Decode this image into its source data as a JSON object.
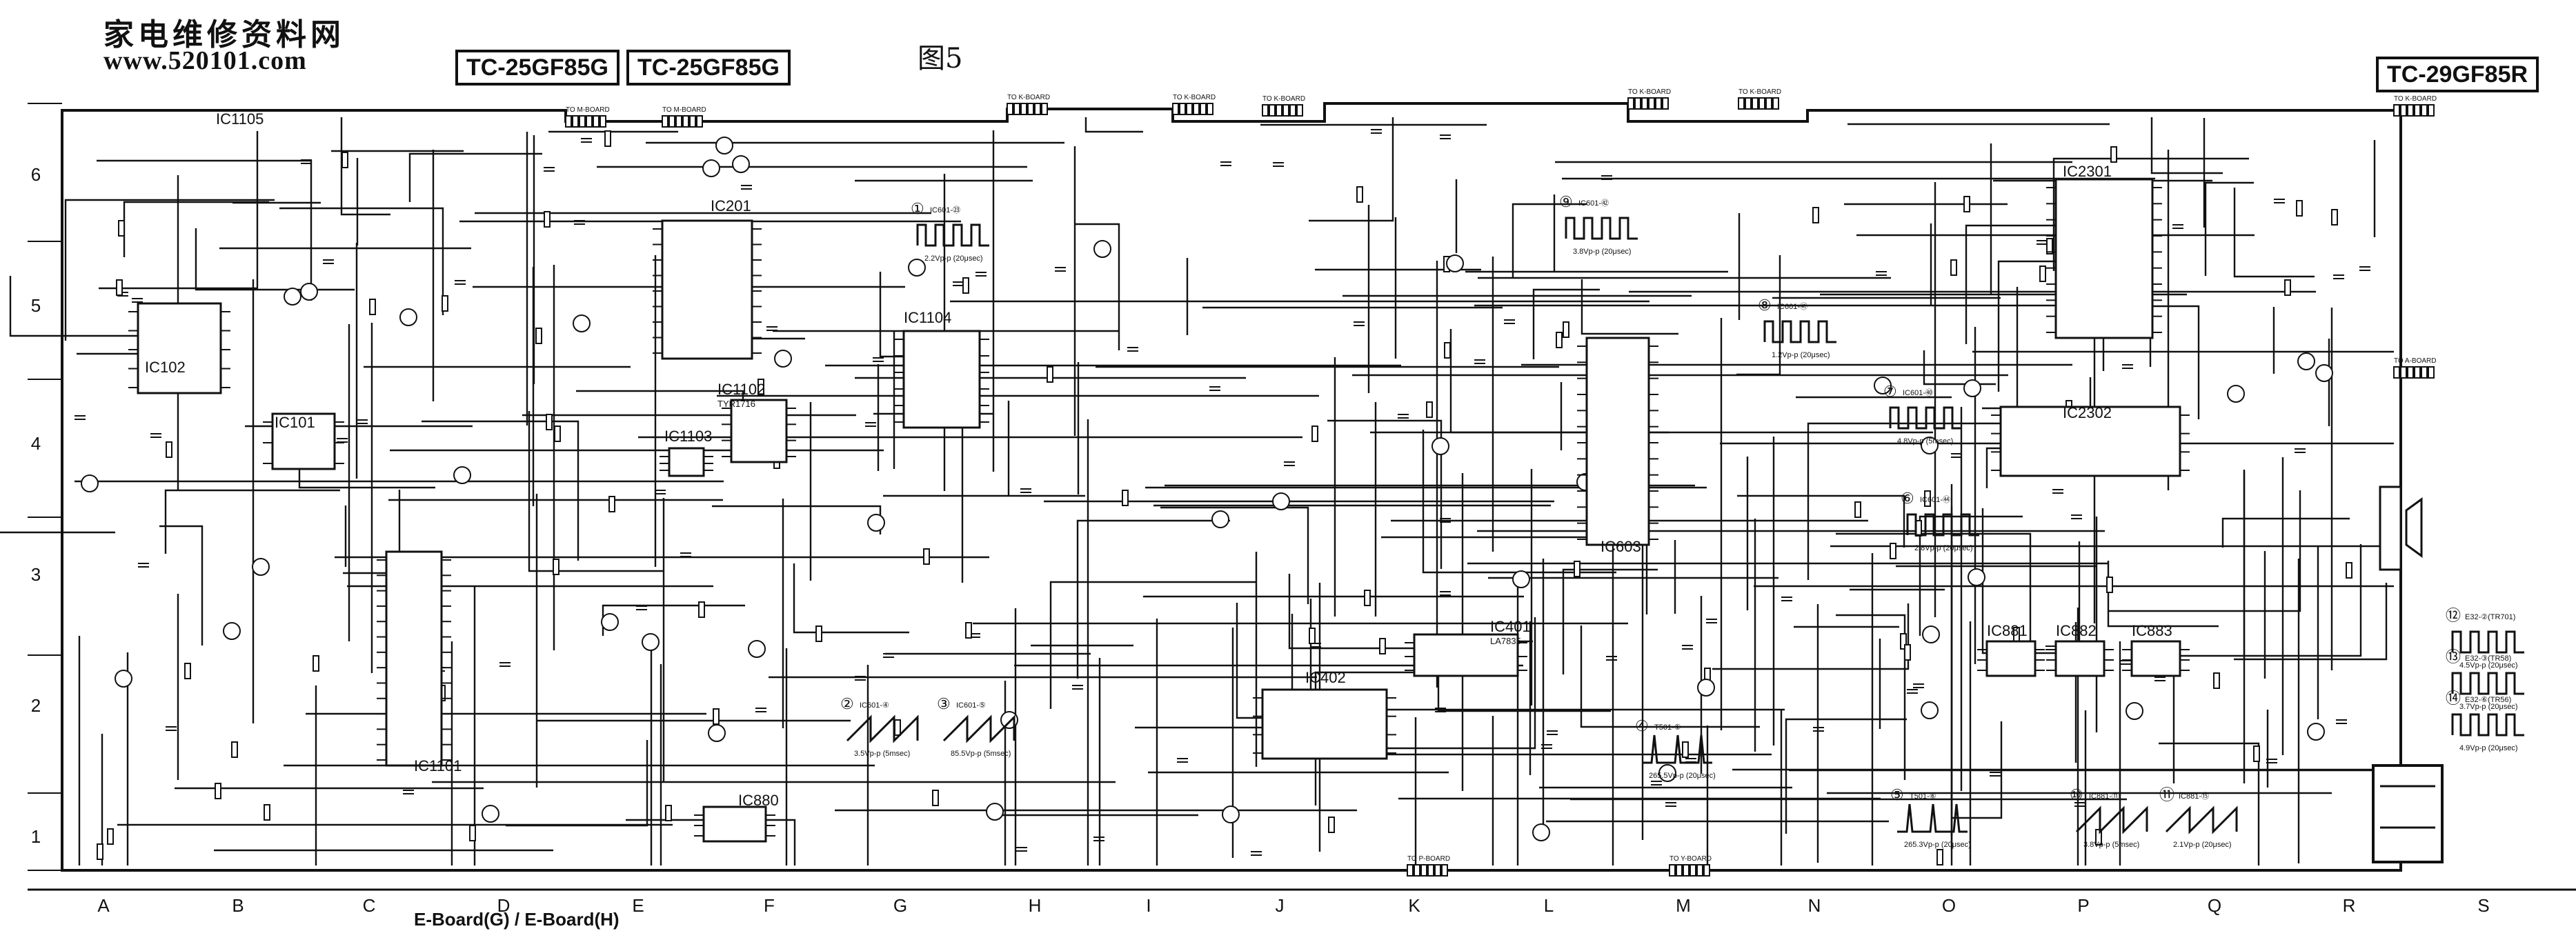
{
  "watermark": {
    "site_name_cn": "家电维修资料网",
    "site_url": "www.520101.com"
  },
  "header": {
    "figure_label": "图5",
    "model_left_1": "TC-25GF85G",
    "model_left_2": "TC-25GF85G",
    "model_right": "TC-29GF85R"
  },
  "footer": {
    "board_label": "E-Board(G) / E-Board(H)"
  },
  "grid": {
    "column_letters": [
      "A",
      "B",
      "C",
      "D",
      "E",
      "F",
      "G",
      "H",
      "I",
      "J",
      "K",
      "L",
      "M",
      "N",
      "O",
      "P",
      "Q",
      "R",
      "S"
    ],
    "row_numbers": [
      "6",
      "5",
      "4",
      "3",
      "2",
      "1"
    ]
  },
  "ics": [
    {
      "ref": "IC1105",
      "part": ""
    },
    {
      "ref": "IC102",
      "part": ""
    },
    {
      "ref": "IC101",
      "part": ""
    },
    {
      "ref": "IC201",
      "part": ""
    },
    {
      "ref": "IC1102",
      "part": "TYR1716"
    },
    {
      "ref": "IC1103",
      "part": ""
    },
    {
      "ref": "IC1104",
      "part": ""
    },
    {
      "ref": "IC603",
      "part": ""
    },
    {
      "ref": "IC2301",
      "part": ""
    },
    {
      "ref": "IC2302",
      "part": ""
    },
    {
      "ref": "IC401",
      "part": "LA7835"
    },
    {
      "ref": "IC402",
      "part": ""
    },
    {
      "ref": "IC881",
      "part": ""
    },
    {
      "ref": "IC882",
      "part": ""
    },
    {
      "ref": "IC883",
      "part": ""
    },
    {
      "ref": "IC1101",
      "part": ""
    },
    {
      "ref": "IC880",
      "part": ""
    }
  ],
  "waveforms": [
    {
      "num": "①",
      "label": "IC601-㉓",
      "value": "2.2Vp-p (20μsec)"
    },
    {
      "num": "②",
      "label": "IC601-④",
      "value": "3.5Vp-p (5msec)"
    },
    {
      "num": "③",
      "label": "IC601-⑤",
      "value": "85.5Vp-p (5msec)"
    },
    {
      "num": "⑨",
      "label": "IC601-㊷",
      "value": "3.8Vp-p (20μsec)"
    },
    {
      "num": "⑧",
      "label": "IC601-㊶",
      "value": "1.2Vp-p (20μsec)"
    },
    {
      "num": "⑦",
      "label": "IC601-㊵",
      "value": "4.8Vp-p (5msec)"
    },
    {
      "num": "⑥",
      "label": "IC601-㊹",
      "value": "2.8Vp-p (20μsec)"
    },
    {
      "num": "④",
      "label": "T501-①",
      "value": "265.5Vp-p (20μsec)"
    },
    {
      "num": "⑩",
      "label": "IC881-⑪",
      "value": "3.8Vp-p (5msec)"
    },
    {
      "num": "⑪",
      "label": "IC881-⑮",
      "value": "2.1Vp-p (20μsec)"
    },
    {
      "num": "⑫",
      "label": "E32-②(TR701)",
      "value": "4.5Vp-p (20μsec)"
    },
    {
      "num": "⑬",
      "label": "E32-③(TR58)",
      "value": "3.7Vp-p (20μsec)"
    },
    {
      "num": "⑭",
      "label": "E32-⑥(TR56)",
      "value": "4.9Vp-p (20μsec)"
    },
    {
      "num": "⑤",
      "label": "T501-⑥",
      "value": "265.3Vp-p (20μsec)"
    }
  ],
  "connectors": [
    {
      "text": "TO M-BOARD"
    },
    {
      "text": "TO K-BOARD"
    },
    {
      "text": "TO P-BOARD"
    },
    {
      "text": "TO Y-BOARD"
    },
    {
      "text": "TO A-BOARD"
    }
  ],
  "colors": {
    "ink": "#111111",
    "paper": "#ffffff"
  }
}
